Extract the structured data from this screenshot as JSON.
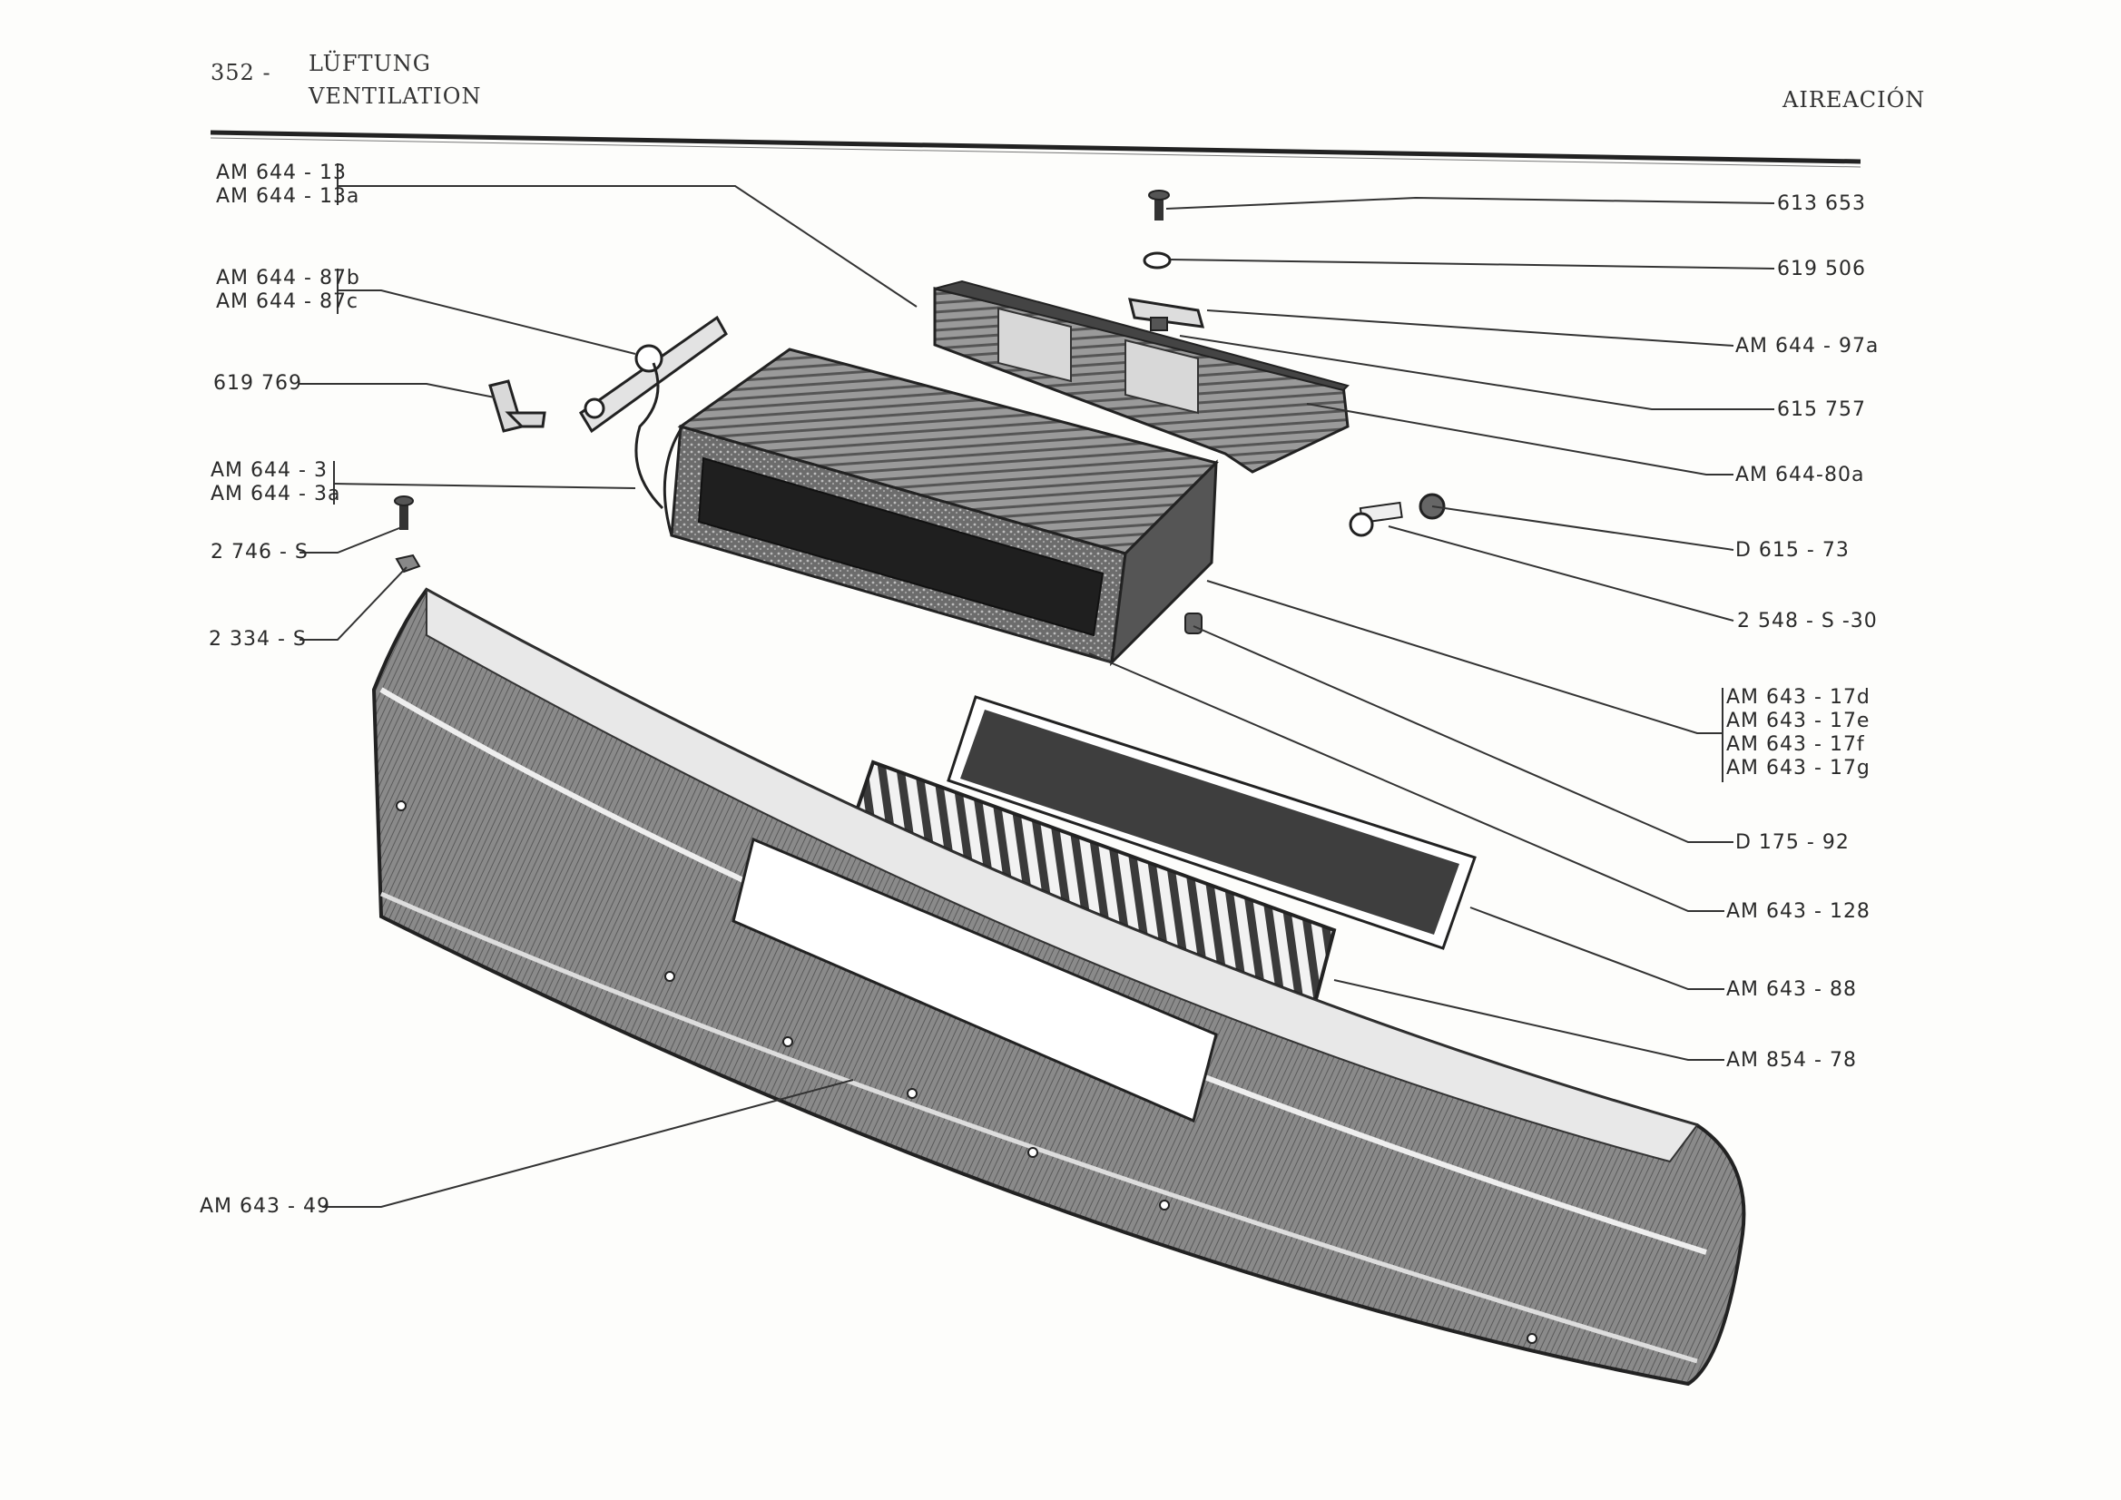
{
  "header": {
    "page_number": "352 -",
    "title_de": "LÜFTUNG",
    "title_en": "VENTILATION",
    "title_es": "AIREACIÓN"
  },
  "labels_left": [
    {
      "id": "am644-13",
      "lines": [
        "AM 644 - 13",
        "AM 644 - 13a"
      ]
    },
    {
      "id": "am644-87",
      "lines": [
        "AM 644 - 87b",
        "AM 644 - 87c"
      ]
    },
    {
      "id": "619769",
      "lines": [
        "619 769"
      ]
    },
    {
      "id": "am644-3",
      "lines": [
        "AM 644 - 3",
        "AM 644 - 3a"
      ]
    },
    {
      "id": "2746-s",
      "lines": [
        "2 746 - S"
      ]
    },
    {
      "id": "2334-s",
      "lines": [
        "2 334 - S"
      ]
    },
    {
      "id": "am643-49",
      "lines": [
        "AM 643 - 49"
      ]
    }
  ],
  "labels_right": [
    {
      "id": "613653",
      "lines": [
        "613 653"
      ]
    },
    {
      "id": "619506",
      "lines": [
        "619 506"
      ]
    },
    {
      "id": "am644-97a",
      "lines": [
        "AM 644 - 97a"
      ]
    },
    {
      "id": "615757",
      "lines": [
        "615 757"
      ]
    },
    {
      "id": "am644-80a",
      "lines": [
        "AM 644-80a"
      ]
    },
    {
      "id": "d615-73",
      "lines": [
        "D  615 - 73"
      ]
    },
    {
      "id": "2548-s-30",
      "lines": [
        "2 548 - S -30"
      ]
    },
    {
      "id": "am643-17",
      "lines": [
        "AM 643 - 17d",
        "AM 643 - 17e",
        "AM 643 - 17f",
        "AM 643 - 17g"
      ]
    },
    {
      "id": "d175-92",
      "lines": [
        "D  175 - 92"
      ]
    },
    {
      "id": "am643-128",
      "lines": [
        "AM 643 - 128"
      ]
    },
    {
      "id": "am643-88",
      "lines": [
        "AM 643 - 88"
      ]
    },
    {
      "id": "am854-78",
      "lines": [
        "AM 854 - 78"
      ]
    }
  ]
}
